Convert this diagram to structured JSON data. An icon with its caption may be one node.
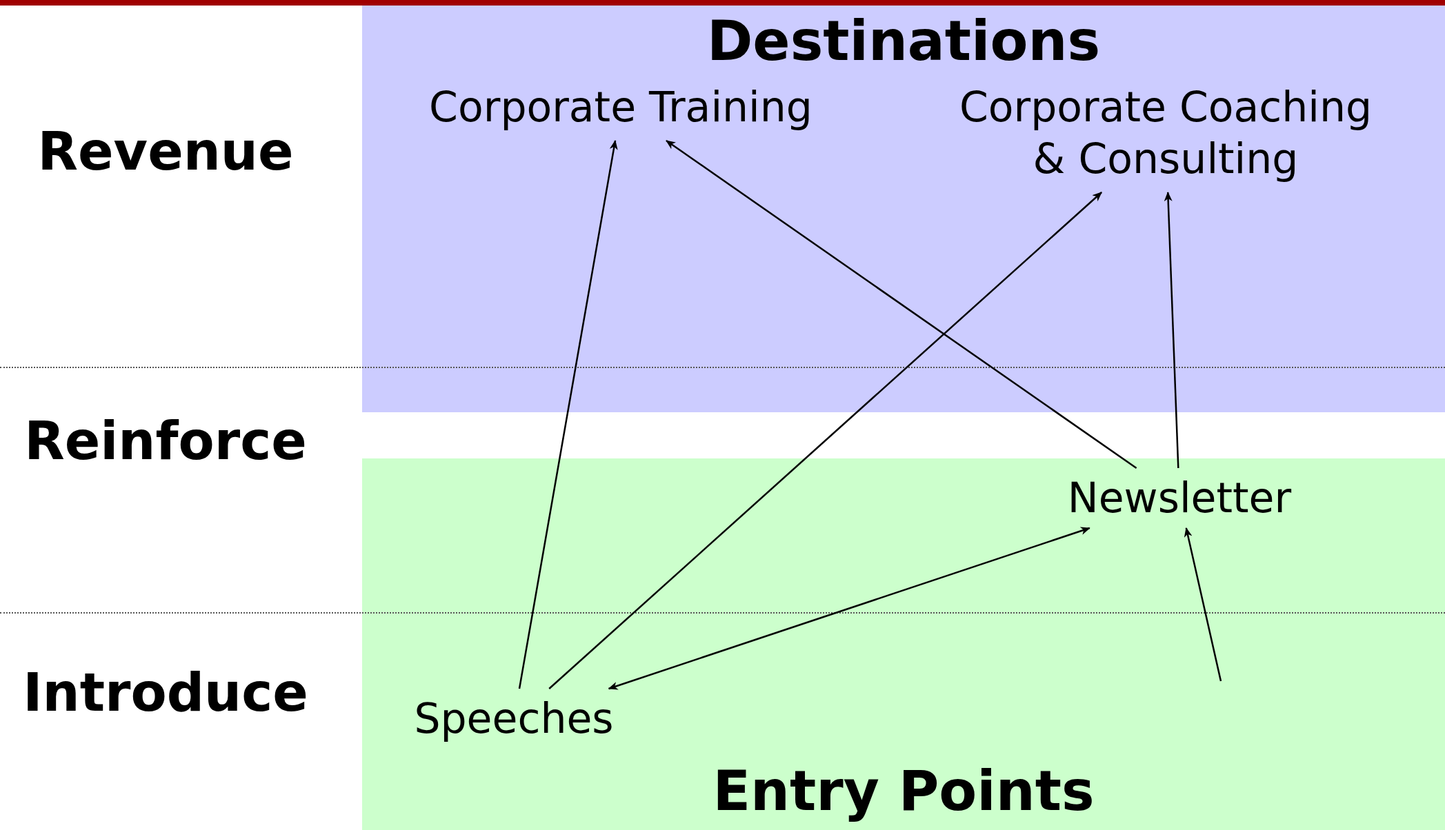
{
  "diagram": {
    "nodes": [
      {
        "text": [
          "Destinations"
        ]
      },
      {
        "text": [
          "Corporate Training"
        ],
        "in": 0
      },
      {
        "text": [
          "Corporate Coaching & Consulting"
        ],
        "in": 0
      },
      {
        "text": [
          "Entry Points"
        ]
      },
      {
        "text": [
          "Newsletter"
        ],
        "in": 3
      },
      {
        "text": [
          "Speeches"
        ],
        "in": 3
      }
    ],
    "edges": [
      {
        "from": 5,
        "to": 1,
        "arrow": "to"
      },
      {
        "from": 4,
        "to": 1,
        "arrow": "to"
      },
      {
        "from": 5,
        "to": 2,
        "arrow": "to"
      },
      {
        "from": 4,
        "to": 2,
        "arrow": "to"
      },
      {
        "from": 5,
        "to": 4,
        "arrow": "both"
      },
      {
        "from": null,
        "to": 4,
        "arrow": "to"
      }
    ],
    "labels": [
      "Revenue",
      "Reinforce",
      "Introduce"
    ]
  }
}
